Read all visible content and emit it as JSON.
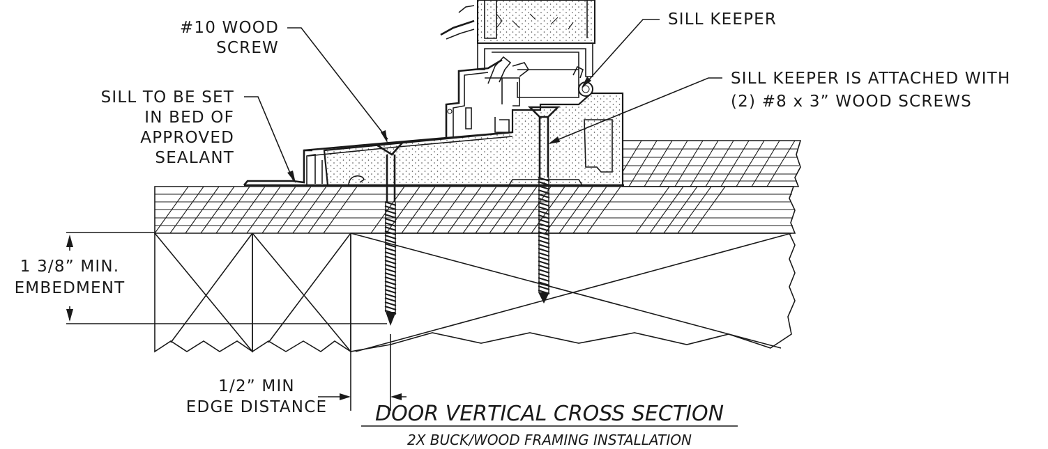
{
  "labels": {
    "wood_screw_line1": "#10 WOOD",
    "wood_screw_line2": "SCREW",
    "sill_keeper": "SILL KEEPER",
    "sill_keeper_note_line1": "SILL KEEPER IS ATTACHED WITH",
    "sill_keeper_note_line2": "(2) #8 x 3” WOOD SCREWS",
    "sill_bed_line1": "SILL TO BE SET",
    "sill_bed_line2": "IN BED OF",
    "sill_bed_line3": "APPROVED",
    "sill_bed_line4": "SEALANT",
    "embedment_line1": "1 3/8” MIN.",
    "embedment_line2": "EMBEDMENT",
    "edge_line1": "1/2” MIN",
    "edge_line2": "EDGE DISTANCE"
  },
  "title": {
    "main": "DOOR VERTICAL CROSS SECTION",
    "sub": "2X BUCK/WOOD FRAMING INSTALLATION"
  }
}
